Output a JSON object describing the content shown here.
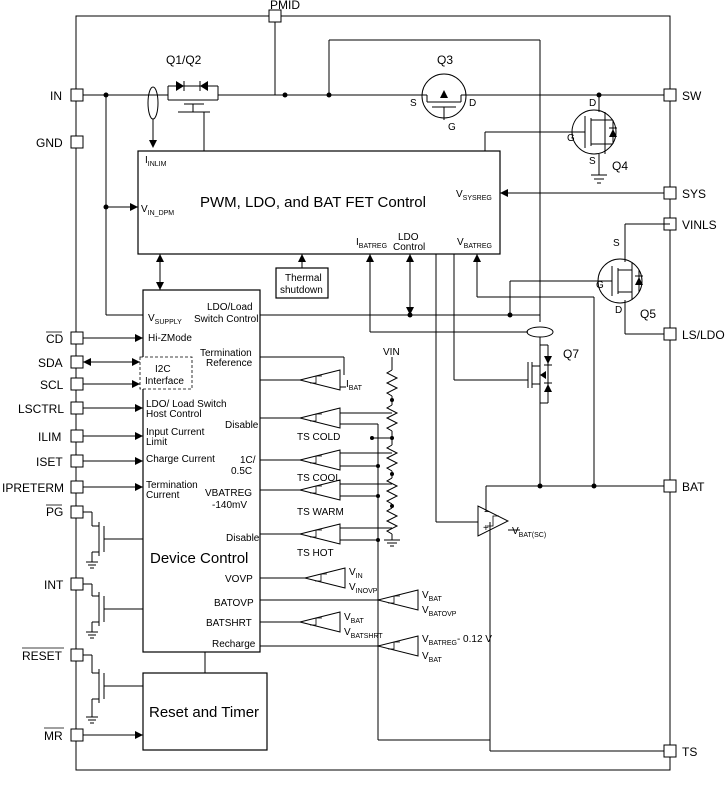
{
  "pins": {
    "pmid": "PMID",
    "in": "IN",
    "gnd": "GND",
    "cd": "CD",
    "sda": "SDA",
    "scl": "SCL",
    "lsctrl": "LSCTRL",
    "ilim": "ILIM",
    "iset": "ISET",
    "ipreterm": "IPRETERM",
    "pg": "PG",
    "int": "INT",
    "reset": "RESET",
    "mr": "MR",
    "sw": "SW",
    "sys": "SYS",
    "vinls": "VINLS",
    "ls_ldo": "LS/LDO",
    "bat": "BAT",
    "ts": "TS"
  },
  "components": {
    "q1q2": "Q1/Q2",
    "q3": "Q3",
    "q4": "Q4",
    "q5": "Q5",
    "q7": "Q7",
    "s": "S",
    "d": "D",
    "g": "G"
  },
  "blocks": {
    "pwm_control": "PWM, LDO, and BAT FET Control",
    "thermal": "Thermal",
    "shutdown": "shutdown",
    "device_control": "Device Control",
    "reset_timer": "Reset and Timer"
  },
  "labels": {
    "ldo": "LDO",
    "control": "Control"
  },
  "signals": {
    "inlim": "INLIM",
    "in_dpm": "IN_DPM",
    "sysreg": "SYSREG",
    "batreg": "BATREG",
    "batreg_caps": "BATREG",
    "supply": "SUPPLY",
    "bat": "BAT",
    "bat_caps": "BAT",
    "bat_sc": "BAT(SC)",
    "vin": "VIN",
    "in": "IN",
    "inovp": "INOVP",
    "batovp": "BATOVP",
    "batshrt": "BATSHRT",
    "minus_012v": "- 0.12 V"
  },
  "device_control": {
    "hi_zmode": "Hi-ZMode",
    "ldo_load": "LDO/Load",
    "switch_control": "Switch Control",
    "termination": "Termination",
    "reference": "Reference",
    "i2c": "I2C",
    "interface": "Interface",
    "ldo_load_switch": "LDO/ Load Switch",
    "host_control": "Host Control",
    "disable": "Disable",
    "input_current": "Input Current",
    "limit": "Limit",
    "charge_current": "Charge Current",
    "one_c": "1C/",
    "half_c": "0.5C",
    "termination_in": "Termination",
    "current": "Current",
    "vbatreg": "VBATREG",
    "minus_140mv": "-140mV",
    "vovp": "VOVP",
    "batovp": "BATOVP",
    "batshrt": "BATSHRT",
    "recharge": "Recharge"
  },
  "comparators": {
    "ts_cold": "TS COLD",
    "ts_cool": "TS COOL",
    "ts_warm": "TS WARM",
    "ts_hot": "TS HOT"
  }
}
